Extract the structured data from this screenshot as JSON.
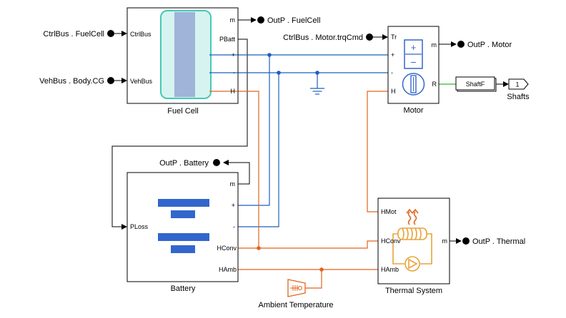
{
  "blocks": {
    "fuel_cell": {
      "name": "Fuel Cell",
      "ports": {
        "ctrl": "CtrlBus",
        "veh": "VehBus",
        "m": "m",
        "pbatt": "PBatt",
        "plus": "+",
        "minus": "-",
        "h": "H"
      }
    },
    "motor": {
      "name": "Motor",
      "ports": {
        "tr": "Tr",
        "plus": "+",
        "minus": "-",
        "h": "H",
        "m": "m",
        "r": "R"
      }
    },
    "battery": {
      "name": "Battery",
      "ports": {
        "m": "m",
        "plus": "+",
        "minus": "-",
        "ploss": "PLoss",
        "hconv": "HConv",
        "hamb": "HAmb"
      }
    },
    "thermal": {
      "name": "Thermal System",
      "ports": {
        "hmot": "HMot",
        "hconv": "HConv",
        "hamb": "HAmb",
        "m": "m"
      }
    },
    "shaftf": {
      "name": "ShaftF"
    },
    "ambient": {
      "name": "Ambient Temperature"
    }
  },
  "inputs": {
    "ctrl_fuelcell": "CtrlBus . FuelCell",
    "veh_body": "VehBus . Body.CG",
    "ctrl_motor": "CtrlBus . Motor.trqCmd"
  },
  "outputs": {
    "fuelcell": "OutP . FuelCell",
    "motor": "OutP . Motor",
    "battery": "OutP . Battery",
    "thermal": "OutP . Thermal"
  },
  "outport": {
    "number": "1",
    "label": "Shafts"
  },
  "colors": {
    "electrical": "#1f5fbf",
    "thermal": "#e0641e",
    "mechanical": "#2eb82e",
    "fuel_cell_fill": "#d6f3ef",
    "fuel_cell_stroke": "#46c9b8",
    "fuel_cell_core": "#9fb4d8",
    "battery_icon": "#3366cc",
    "thermal_icon": "#e8a33c"
  }
}
